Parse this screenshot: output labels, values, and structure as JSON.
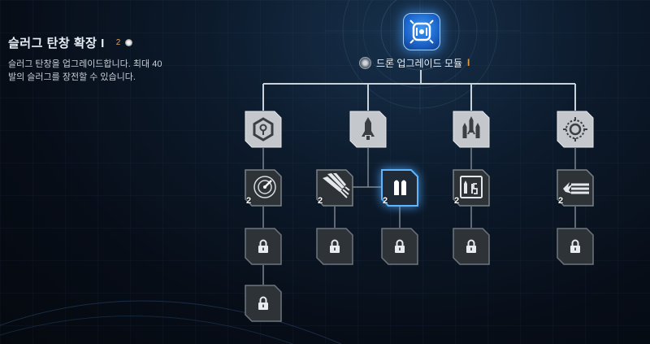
{
  "skill": {
    "name": "슬러그 탄창 확장 I",
    "cost": "2",
    "description": "슬러그 탄창을 업그레이드합니다. 최대 40\n발의 슬러그를 장전할 수 있습니다."
  },
  "module": {
    "name": "드론 업그레이드 모듈",
    "level": "I"
  },
  "colors": {
    "accent": "#3a9bf5",
    "cost": "#e0a266",
    "level": "#e39a3c"
  },
  "tree": {
    "root_icon": "drone-module-icon",
    "categories": [
      {
        "icon": "hexagon-drone-icon"
      },
      {
        "icon": "missile-icon"
      },
      {
        "icon": "multi-missile-icon"
      },
      {
        "icon": "target-ring-icon"
      }
    ],
    "skills": [
      {
        "icon": "radar-icon",
        "level": "2",
        "state": "unlocked"
      },
      {
        "icon": "lock-icon",
        "state": "locked"
      },
      {
        "icon": "lock-icon",
        "state": "locked"
      },
      {
        "icon": "rocket-barrage-icon",
        "level": "2",
        "state": "unlocked"
      },
      {
        "icon": "lock-icon",
        "state": "locked"
      },
      {
        "icon": "slug-magazine-icon",
        "level": "2",
        "state": "selected"
      },
      {
        "icon": "lock-icon",
        "state": "locked"
      },
      {
        "icon": "missile-pod-icon",
        "level": "2",
        "state": "unlocked"
      },
      {
        "icon": "lock-icon",
        "state": "locked"
      },
      {
        "icon": "laser-burst-icon",
        "level": "2",
        "state": "unlocked"
      },
      {
        "icon": "lock-icon",
        "state": "locked"
      }
    ]
  }
}
